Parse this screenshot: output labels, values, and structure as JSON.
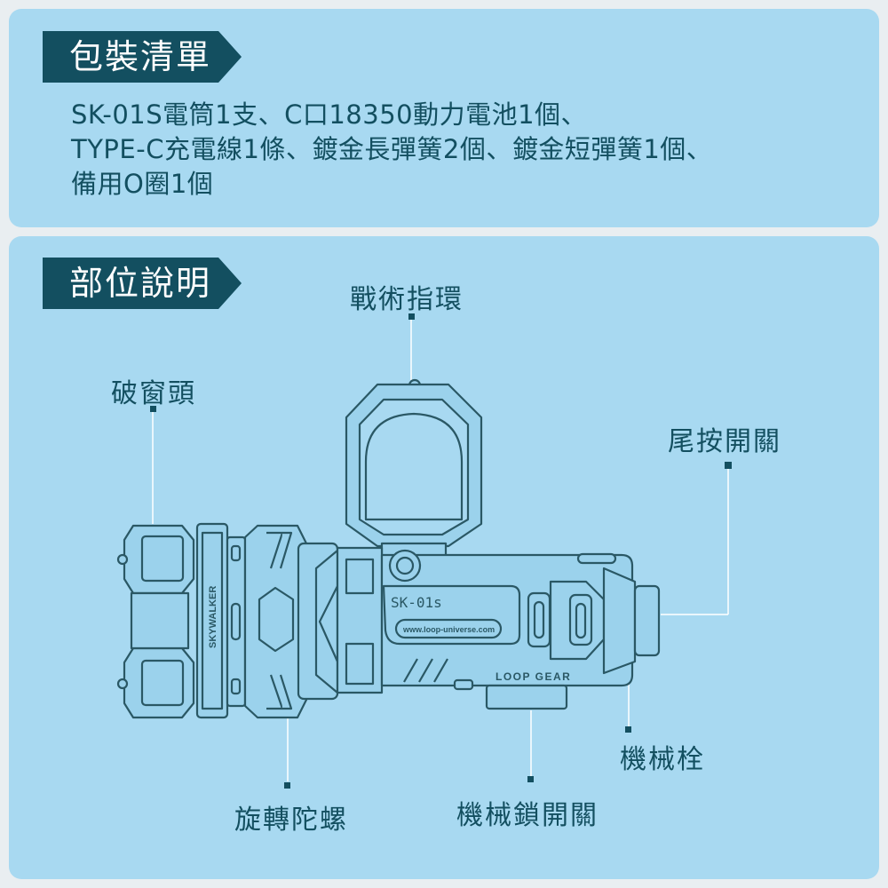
{
  "top_section": {
    "heading": "包裝清單",
    "lines": [
      "SK-01S電筒1支、C口18350動力電池1個、",
      "TYPE-C充電線1條、鍍金長彈簧2個、鍍金短彈簧1個、",
      "備用O圈1個"
    ]
  },
  "bottom_section": {
    "heading": "部位說明",
    "labels": {
      "tactical_ring": "戰術指環",
      "glass_breaker": "破窗頭",
      "tail_switch": "尾按開關",
      "mechanical_bolt": "機械栓",
      "rotary_gyro": "旋轉陀螺",
      "mechanical_lock": "機械鎖開關"
    }
  },
  "product": {
    "model_text": "SK-01s",
    "url_text": "www.loop-universe.com",
    "brand_text": "LOOP GEAR",
    "side_text": "SKYWALKER"
  },
  "colors": {
    "background": "#a8d9f1",
    "accent": "#134f60",
    "device_fill": "#9bd2ec",
    "device_stroke": "#2a5865"
  }
}
